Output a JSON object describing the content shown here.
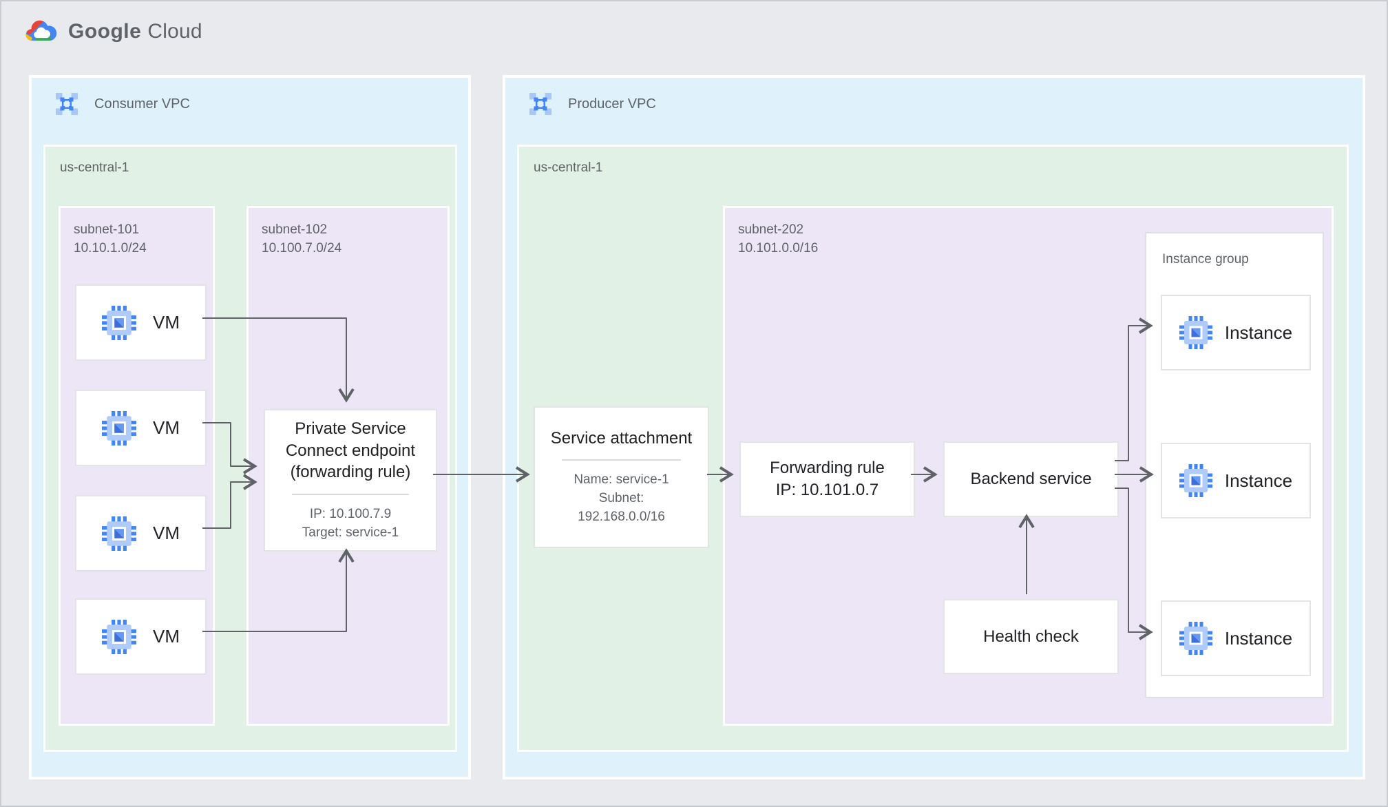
{
  "logo": {
    "part1": "Google",
    "part2": "Cloud"
  },
  "consumer_vpc": {
    "label": "Consumer VPC",
    "region": {
      "label": "us-central-1"
    },
    "subnet101": {
      "name": "subnet-101",
      "cidr": "10.10.1.0/24",
      "vms": [
        {
          "label": "VM"
        },
        {
          "label": "VM"
        },
        {
          "label": "VM"
        },
        {
          "label": "VM"
        }
      ]
    },
    "subnet102": {
      "name": "subnet-102",
      "cidr": "10.100.7.0/24",
      "psc_endpoint": {
        "title": "Private Service Connect endpoint (forwarding rule)",
        "ip": "IP: 10.100.7.9",
        "target": "Target: service-1"
      }
    }
  },
  "producer_vpc": {
    "label": "Producer VPC",
    "region": {
      "label": "us-central-1"
    },
    "service_attachment": {
      "title": "Service attachment",
      "sub_lines": [
        "Name: service-1",
        "Subnet:",
        "192.168.0.0/16"
      ]
    },
    "subnet202": {
      "name": "subnet-202",
      "cidr": "10.101.0.0/16",
      "forwarding_rule": {
        "title": "Forwarding rule",
        "ip": "IP: 10.101.0.7"
      },
      "backend_service": {
        "title": "Backend service"
      },
      "health_check": {
        "title": "Health check"
      },
      "instance_group": {
        "label": "Instance group",
        "instances": [
          {
            "label": "Instance"
          },
          {
            "label": "Instance"
          },
          {
            "label": "Instance"
          }
        ]
      }
    }
  },
  "colors": {
    "background": "#E8EAED",
    "vpc_fill": "#DFF2FC",
    "region_fill": "#E2F1E6",
    "subnet_fill": "#ECE6F6",
    "node_fill": "#FFFFFF",
    "arrow": "#5F6368",
    "text_dark": "#202124",
    "text_gray": "#5F6368",
    "google_blue": "#4285F4",
    "google_red": "#EA4335",
    "google_yellow": "#FBBC04",
    "google_green": "#34A853"
  }
}
